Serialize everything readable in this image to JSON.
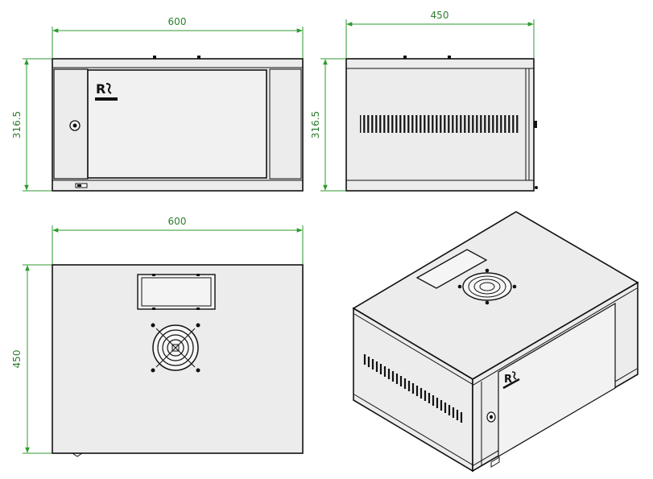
{
  "front_view": {
    "width_label": "600",
    "height_label": "316.5"
  },
  "side_view": {
    "depth_label": "450",
    "height_label": "316.5"
  },
  "top_view": {
    "width_label": "600",
    "depth_label": "450"
  },
  "colors": {
    "dimension": "#2e9a2e",
    "outline": "#111111",
    "fill": "#ececec"
  },
  "logo": {
    "text": "R"
  }
}
